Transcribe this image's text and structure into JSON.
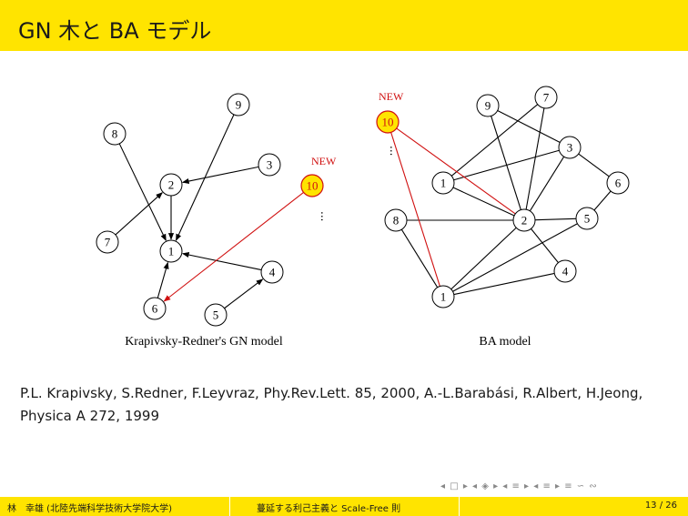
{
  "title": "GN 木と BA モデル",
  "gn": {
    "caption": "Krapivsky-Redner's GN model",
    "new_label": "NEW",
    "nodes": [
      {
        "id": "9",
        "label": "9"
      },
      {
        "id": "8",
        "label": "8"
      },
      {
        "id": "2",
        "label": "2"
      },
      {
        "id": "3",
        "label": "3"
      },
      {
        "id": "7",
        "label": "7"
      },
      {
        "id": "1",
        "label": "1"
      },
      {
        "id": "4",
        "label": "4"
      },
      {
        "id": "6",
        "label": "6"
      },
      {
        "id": "5",
        "label": "5"
      },
      {
        "id": "10",
        "label": "10",
        "new": true
      }
    ],
    "edges": [
      [
        "9",
        "1"
      ],
      [
        "8",
        "1"
      ],
      [
        "2",
        "1"
      ],
      [
        "3",
        "2"
      ],
      [
        "7",
        "2"
      ],
      [
        "4",
        "1"
      ],
      [
        "6",
        "1"
      ],
      [
        "5",
        "4"
      ],
      [
        "10",
        "6"
      ]
    ]
  },
  "ba": {
    "caption": "BA model",
    "new_label": "NEW",
    "nodes": [
      {
        "id": "10",
        "label": "10",
        "new": true
      },
      {
        "id": "9",
        "label": "9"
      },
      {
        "id": "7",
        "label": "7"
      },
      {
        "id": "3",
        "label": "3"
      },
      {
        "id": "6",
        "label": "6"
      },
      {
        "id": "1a",
        "label": "1"
      },
      {
        "id": "8",
        "label": "8"
      },
      {
        "id": "2",
        "label": "2"
      },
      {
        "id": "5",
        "label": "5"
      },
      {
        "id": "4",
        "label": "4"
      },
      {
        "id": "1b",
        "label": "1"
      }
    ],
    "edges": [
      [
        "9",
        "2"
      ],
      [
        "9",
        "3"
      ],
      [
        "7",
        "1a"
      ],
      [
        "7",
        "2"
      ],
      [
        "1a",
        "3"
      ],
      [
        "1a",
        "2"
      ],
      [
        "3",
        "2"
      ],
      [
        "3",
        "6"
      ],
      [
        "6",
        "5"
      ],
      [
        "8",
        "2"
      ],
      [
        "8",
        "1b"
      ],
      [
        "2",
        "5"
      ],
      [
        "2",
        "4"
      ],
      [
        "2",
        "1b"
      ],
      [
        "5",
        "1b"
      ],
      [
        "4",
        "1b"
      ],
      [
        "10",
        "2"
      ],
      [
        "10",
        "1b"
      ]
    ]
  },
  "citation": "P.L. Krapivsky, S.Redner, F.Leyvraz, Phy.Rev.Lett. 85, 2000, A.-L.Barabási, R.Albert, H.Jeong, Physica A 272, 1999",
  "footer": {
    "author": "林　幸雄 (北陸先端科学技術大学院大学)",
    "talk": "蔓延する利己主義と Scale-Free 則",
    "page": "13 / 26"
  },
  "nav": "◂ □ ▸ ◂ ◈ ▸ ◂ ≡ ▸ ◂ ≡ ▸ ≡ ∽ ∾"
}
